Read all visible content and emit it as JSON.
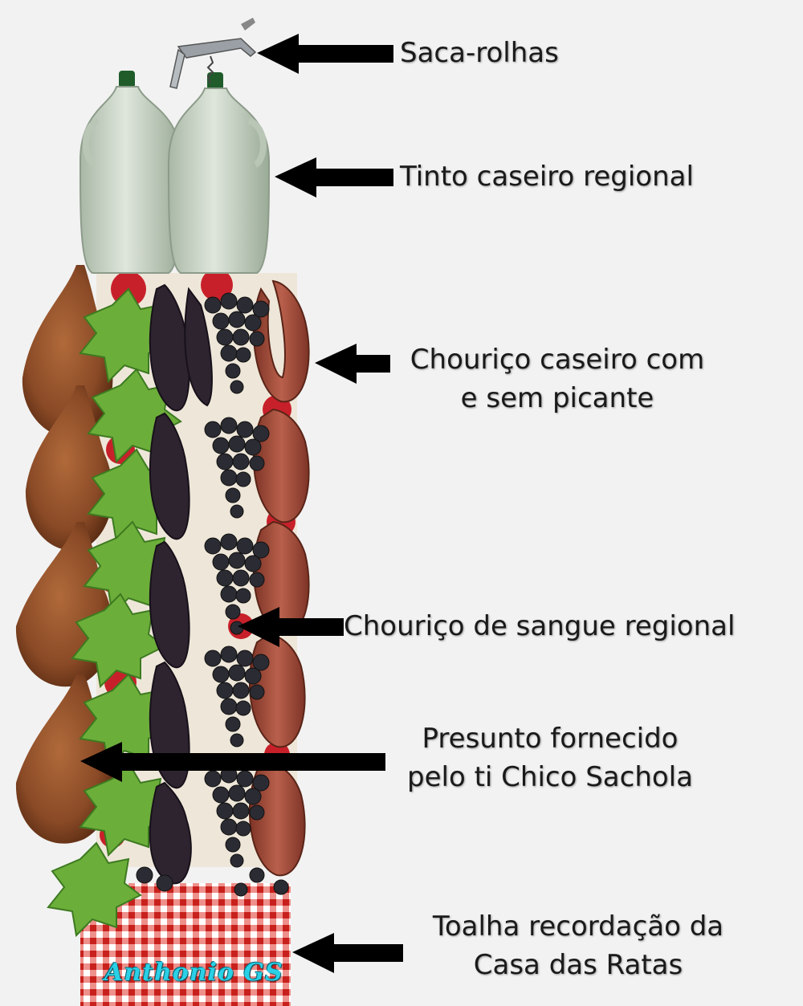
{
  "labels": {
    "corkscrew": "Saca-rolhas",
    "wine": "Tinto caseiro regional",
    "chorizo_line1": "Chouriço caseiro com",
    "chorizo_line2": "e sem picante",
    "blood_sausage": "Chouriço de sangue regional",
    "ham_line1": "Presunto fornecido",
    "ham_line2": "pelo ti Chico Sachola",
    "tablecloth_line1": "Toalha recordação da",
    "tablecloth_line2": "Casa das Ratas"
  },
  "signature": "Anthonio GS",
  "colors": {
    "background": "#f2f2f2",
    "ham": "#8a4a26",
    "leaf": "#6cae3a",
    "grapes": "#2b2b33",
    "blood_sausage": "#2e2430",
    "chorizo": "#a24d3c",
    "flowers": "#c8202a",
    "tablecloth": "#d8322c",
    "demijohn": "#c9d4c6",
    "arrow": "#000000",
    "signature": "#2ad0e6"
  }
}
